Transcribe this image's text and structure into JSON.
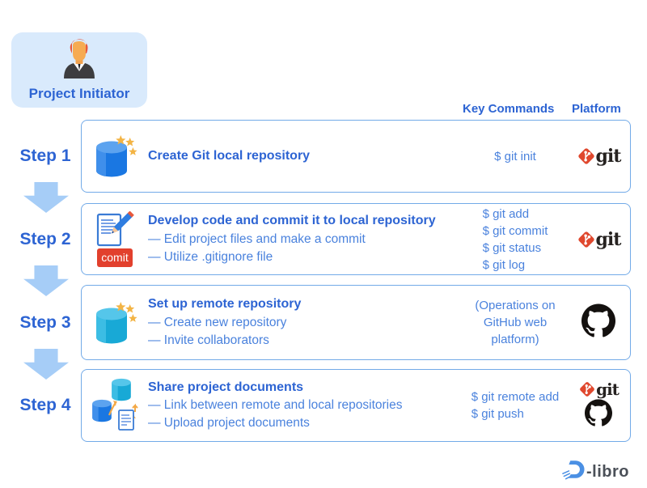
{
  "initiator": {
    "label": "Project Initiator"
  },
  "header": {
    "key_commands": "Key Commands",
    "platform": "Platform"
  },
  "steps": [
    {
      "label": "Step 1",
      "title": "Create Git local repository",
      "bullets": [],
      "commands": [
        "$ git init"
      ],
      "platforms": [
        "git"
      ]
    },
    {
      "label": "Step 2",
      "title": "Develop code and commit it to local repository",
      "bullets": [
        "— Edit project files and make a commit",
        "— Utilize .gitignore file"
      ],
      "commands": [
        "$ git add",
        "$ git commit",
        "$ git status",
        "$ git log"
      ],
      "platforms": [
        "git"
      ],
      "badge": "comit"
    },
    {
      "label": "Step 3",
      "title": "Set up remote repository",
      "bullets": [
        "— Create new repository",
        "— Invite collaborators"
      ],
      "commands": [
        "(Operations on",
        "GitHub web",
        "platform)"
      ],
      "platforms": [
        "github"
      ]
    },
    {
      "label": "Step 4",
      "title": "Share project documents",
      "bullets": [
        "— Link between remote and local repositories",
        "— Upload project documents"
      ],
      "commands": [
        "$ git remote add",
        "$ git push"
      ],
      "platforms": [
        "git",
        "github"
      ]
    }
  ],
  "logos": {
    "git_text": "git",
    "dlibro_text": "-libro"
  },
  "colors": {
    "text_blue": "#3a70d9",
    "title_blue": "#2d64d3",
    "box_border": "#72aae8",
    "arrow_fill": "#a6cdf7",
    "badge_bg": "#d9eafc",
    "commit_red": "#e2402d",
    "git_red": "#e0482e",
    "github_black": "#14110f",
    "star_yellow": "#f3b445",
    "cylinder_blue": "#1a77e2",
    "cylinder_cyan": "#18a9d6",
    "dlibro_blue": "#4b90e4"
  }
}
